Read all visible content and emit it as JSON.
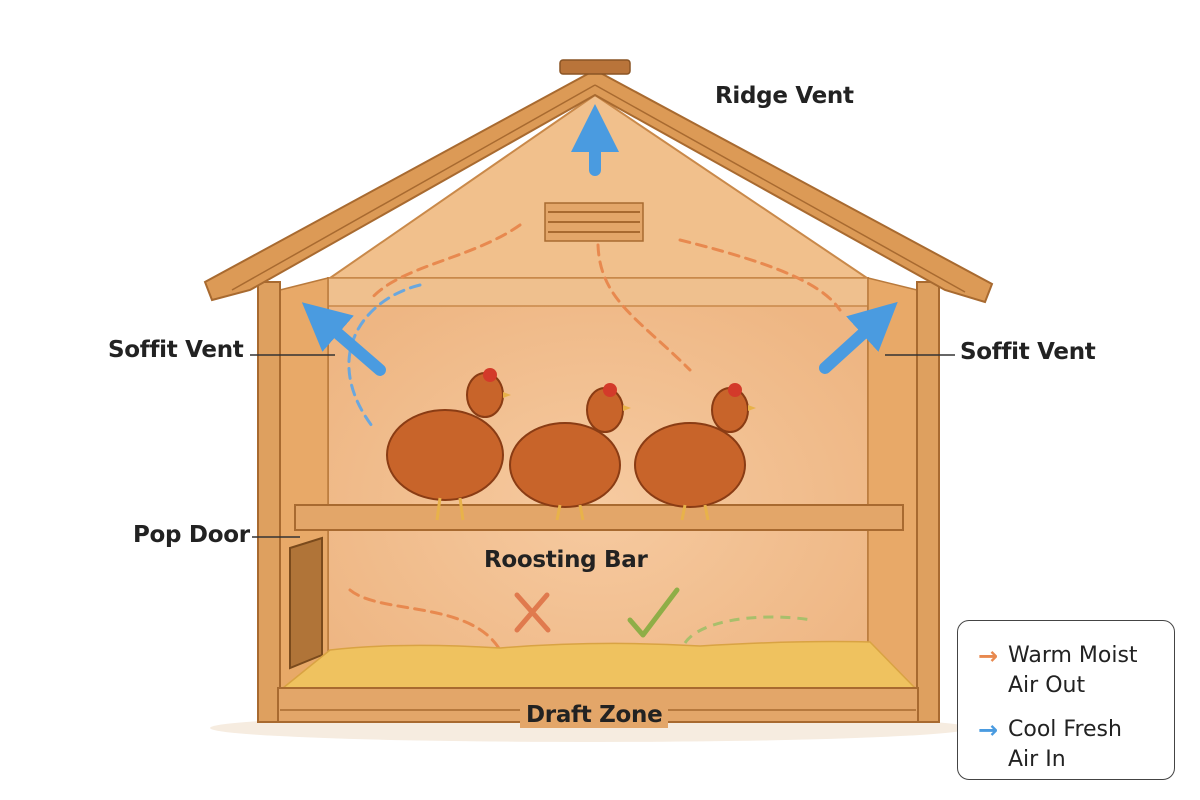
{
  "labels": {
    "ridge_vent": "Ridge Vent",
    "soffit_vent_left": "Soffit Vent",
    "soffit_vent_right": "Soffit Vent",
    "pop_door": "Pop Door",
    "roosting_bar": "Roosting Bar",
    "draft_zone": "Draft Zone"
  },
  "legend": {
    "items": [
      {
        "label": "Warm Moist Air Out",
        "color": "#e8894f",
        "icon": "arrow-right-icon"
      },
      {
        "label": "Cool Fresh Air In",
        "color": "#4a9be0",
        "icon": "arrow-right-icon"
      }
    ]
  },
  "markers": {
    "bad": {
      "icon": "x-mark-icon",
      "color": "#e07a4e"
    },
    "good": {
      "icon": "check-mark-icon",
      "color": "#8fae47"
    }
  },
  "colors": {
    "wood": "#d99a57",
    "wood_dark": "#a86a30",
    "interior": "#f3c48f",
    "litter": "#efc25f",
    "chicken": "#c8642a"
  }
}
